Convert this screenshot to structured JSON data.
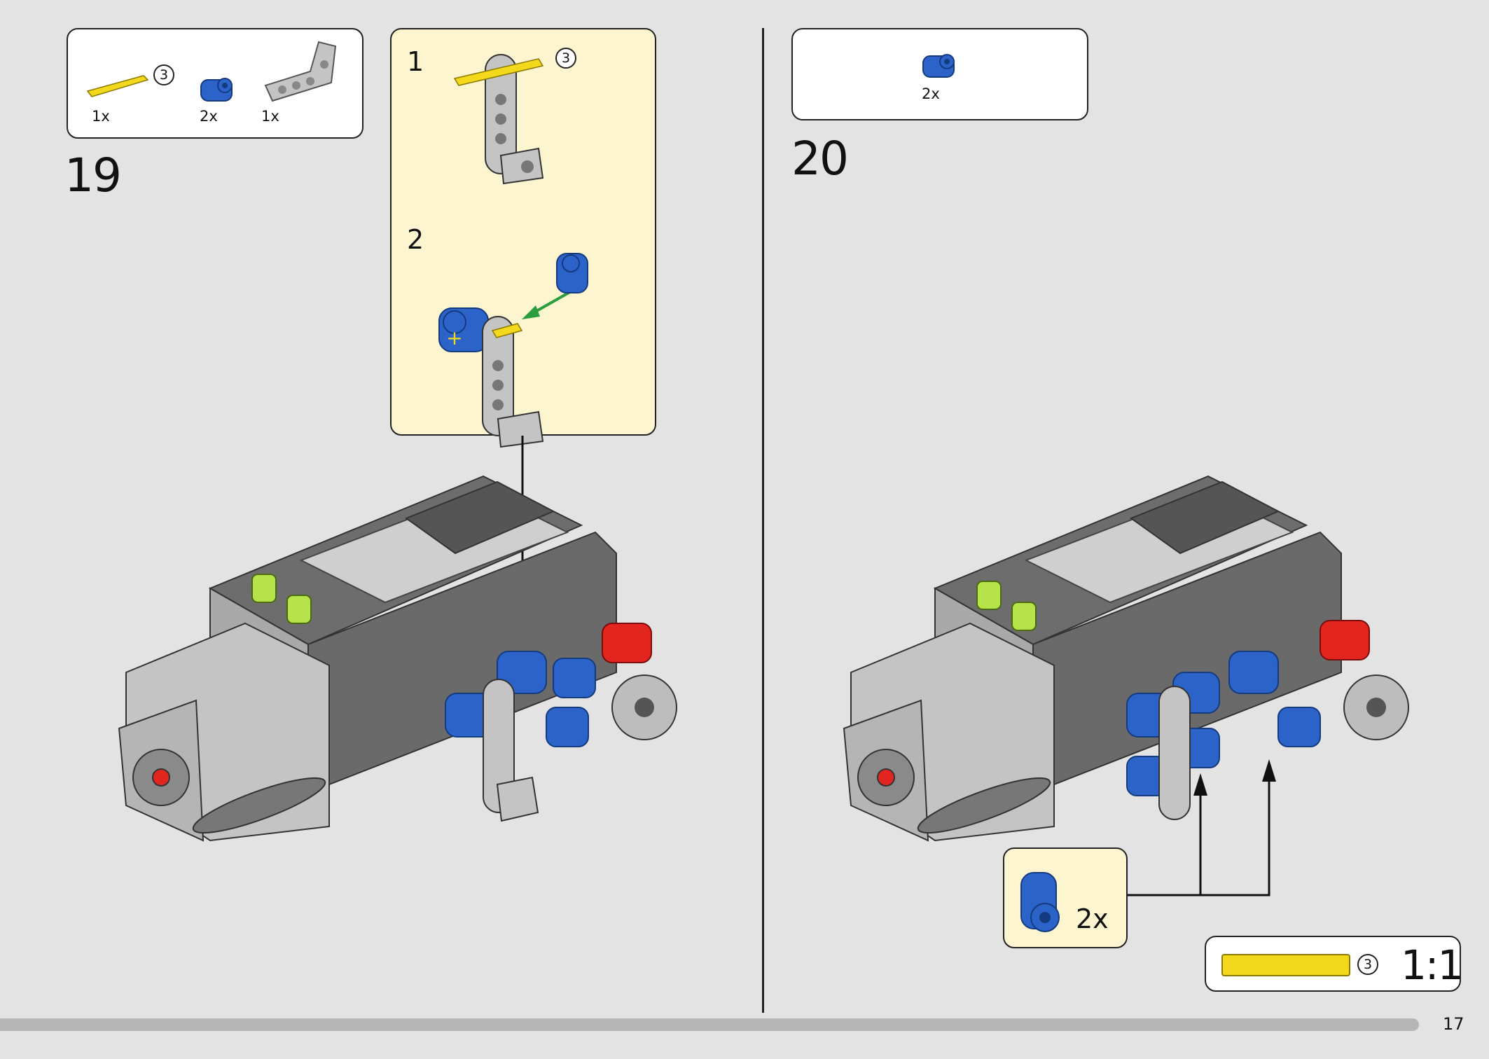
{
  "colors": {
    "page_bg": "#e3e3e3",
    "substep_bg": "#fdf5cf",
    "axle_yellow": "#f3d81c",
    "pin_blue": "#2b63c8",
    "beam_gray": "#c4c4c4",
    "dark_gray": "#6a6a6a",
    "bush_green": "#b7e34a",
    "connector_red": "#e3251f",
    "arrow_green": "#2a9d3f"
  },
  "left_page": {
    "parts_list": {
      "items": [
        {
          "name": "axle-icon",
          "qty": "1x",
          "length": "3"
        },
        {
          "name": "axle-pin-connector-icon",
          "qty": "2x"
        },
        {
          "name": "angled-beam-icon",
          "qty": "1x"
        }
      ]
    },
    "step_number": "19",
    "substeps": [
      {
        "number": "1",
        "axle_length": "3"
      },
      {
        "number": "2"
      }
    ]
  },
  "right_page": {
    "parts_list": {
      "items": [
        {
          "name": "axle-pin-connector-icon",
          "qty": "2x"
        }
      ]
    },
    "step_number": "20",
    "callout": {
      "qty": "2x"
    },
    "scale_ruler": {
      "length": "3",
      "scale": "1:1"
    }
  },
  "footer": {
    "page_number": "17"
  }
}
